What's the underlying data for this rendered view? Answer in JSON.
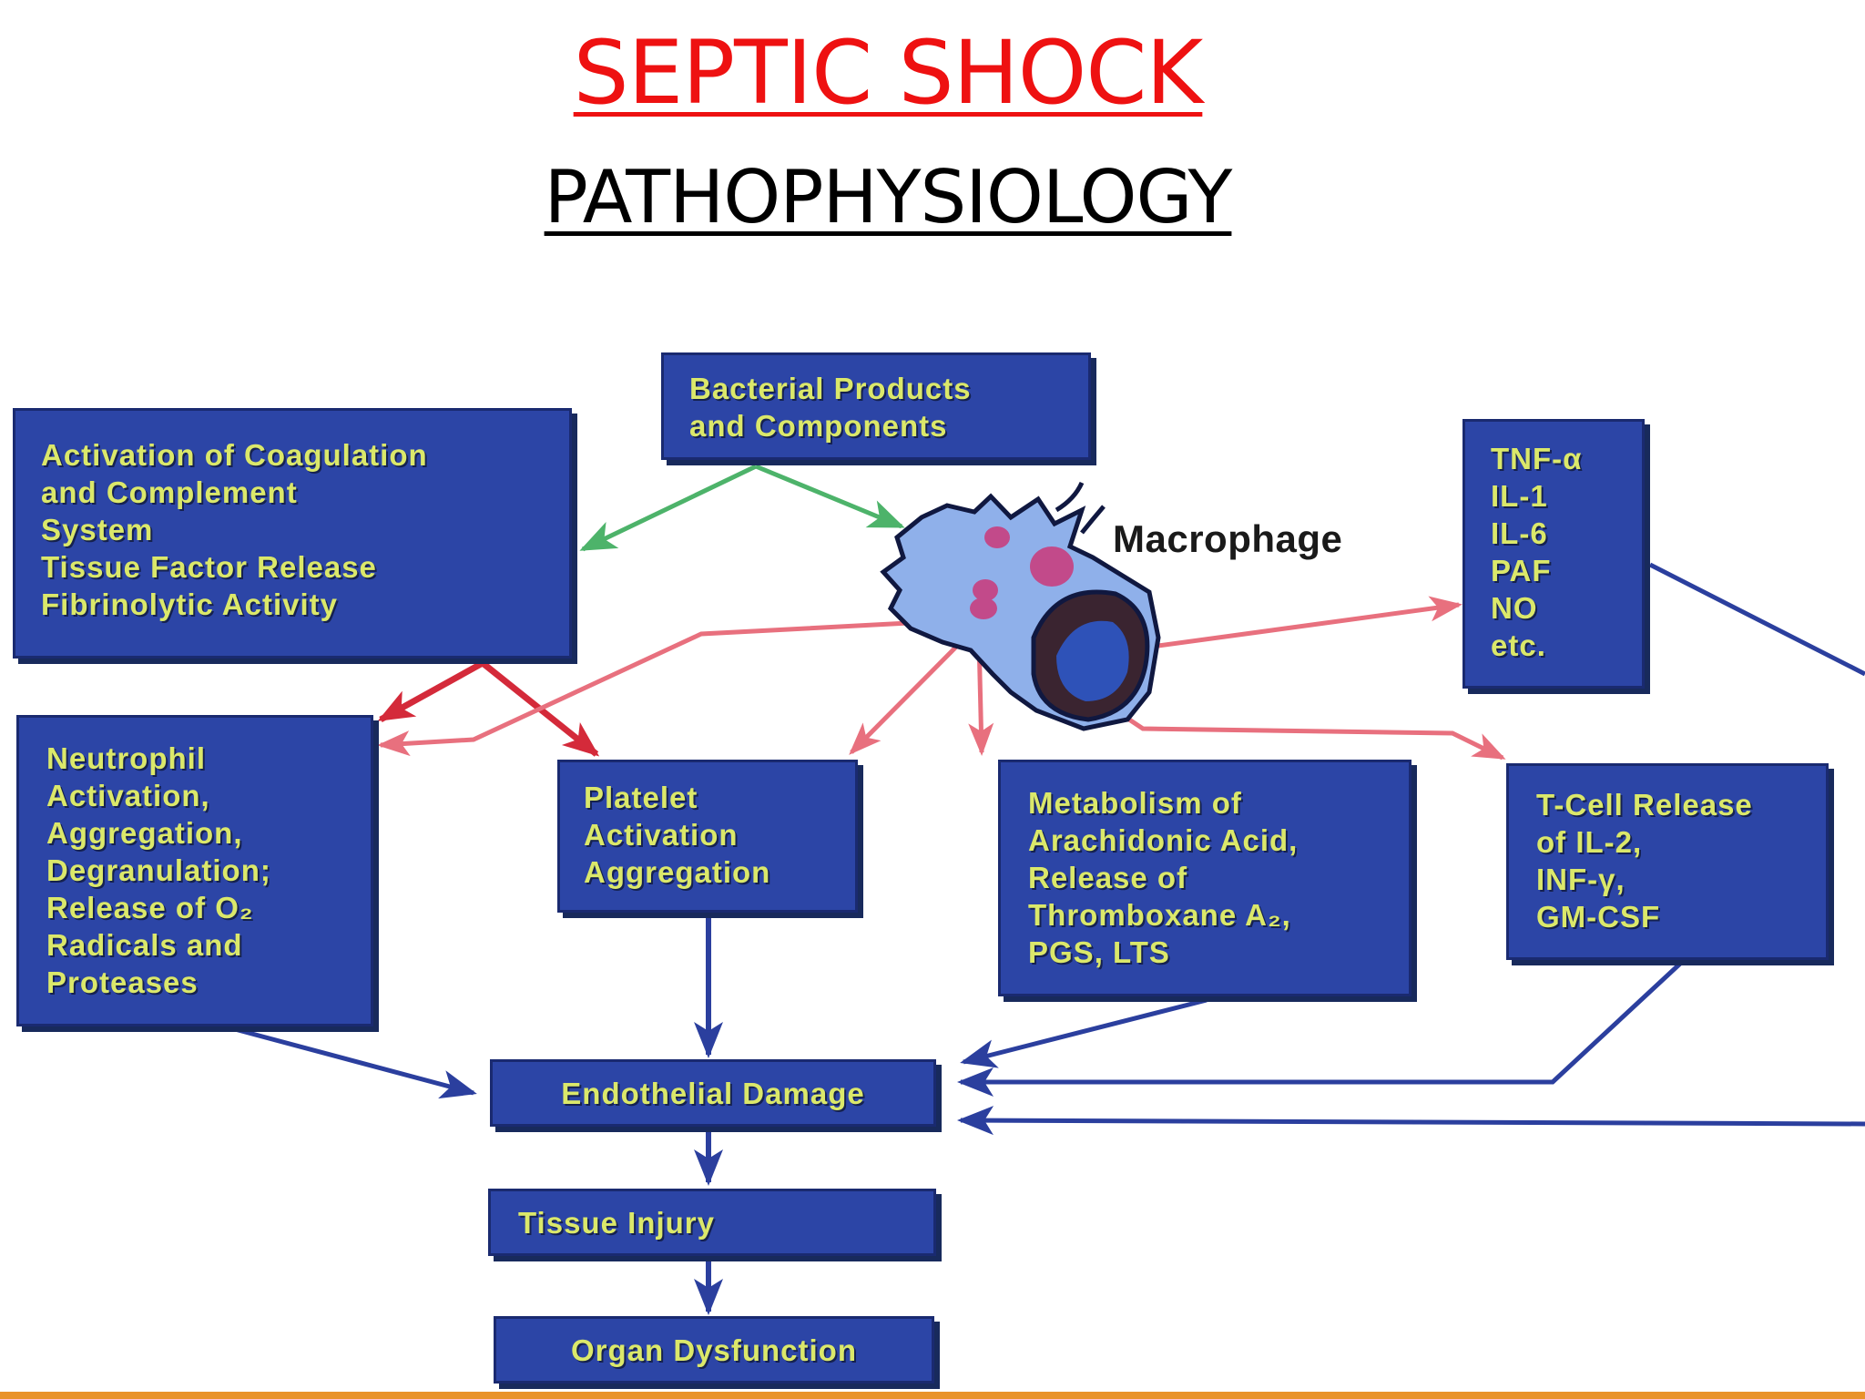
{
  "title": "SEPTIC SHOCK",
  "subtitle": "PATHOPHYSIOLOGY",
  "macrophage_label": "Macrophage",
  "boxes": {
    "bacterial": [
      "Bacterial Products",
      "and Components"
    ],
    "coagulation": [
      "Activation of Coagulation",
      "and Complement",
      "System",
      "Tissue Factor Release",
      "Fibrinolytic Activity"
    ],
    "cytokines": [
      "TNF-α",
      "IL-1",
      "IL-6",
      "PAF",
      "NO",
      "etc."
    ],
    "neutrophil": [
      "Neutrophil",
      "Activation,",
      "Aggregation,",
      "Degranulation;",
      "Release of O₂",
      "Radicals and",
      "Proteases"
    ],
    "platelet": [
      "Platelet",
      "Activation",
      "Aggregation"
    ],
    "arachidonic": [
      "Metabolism of",
      "Arachidonic Acid,",
      "Release of",
      "Thromboxane A₂,",
      "PGS, LTS"
    ],
    "tcell": [
      "T-Cell Release",
      "of IL-2,",
      "INF-γ,",
      "GM-CSF"
    ],
    "endothelial": "Endothelial Damage",
    "tissue": "Tissue Injury",
    "organ": "Organ Dysfunction"
  },
  "colors": {
    "box_fill": "#2c45a6",
    "box_text": "#dbe86a",
    "title": "#ee1111",
    "green_arrow": "#4db36a",
    "red_arrow": "#d42a3a",
    "pink_arrow": "#e8707e",
    "blue_arrow": "#2b3f9e",
    "footer": "#e9932a"
  }
}
